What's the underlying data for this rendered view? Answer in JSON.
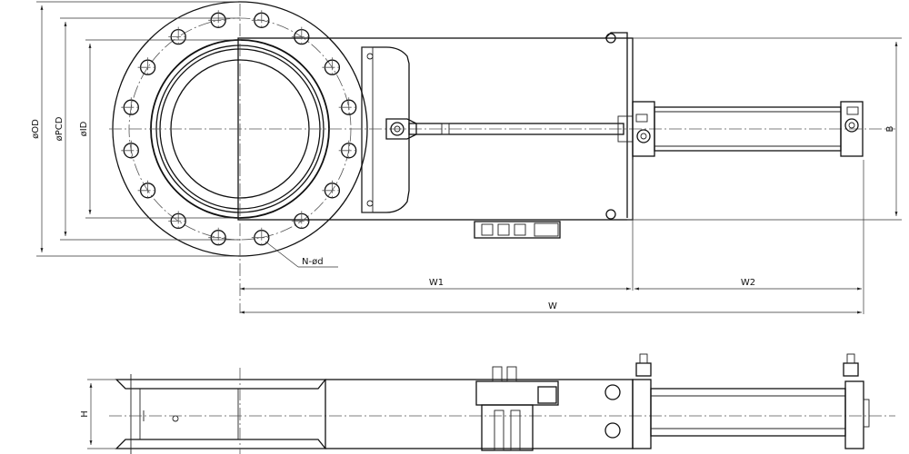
{
  "labels": {
    "od": "øOD",
    "pcd": "øPCD",
    "id": "øID",
    "bolt": "N-ød",
    "w1": "W1",
    "w2": "W2",
    "w": "W",
    "b": "B",
    "h": "H"
  }
}
